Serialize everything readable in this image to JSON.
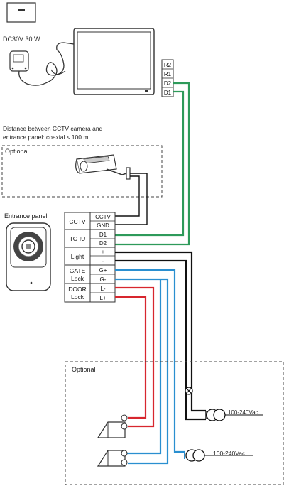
{
  "psu": {
    "label": "DC30V 30 W"
  },
  "monitor_terminals": [
    "R2",
    "R1",
    "D2",
    "D1"
  ],
  "cctv_note": {
    "line1": "Distance between CCTV camera and",
    "line2": "entrance panel: coaxial ≤ 100 m"
  },
  "optional_top": {
    "label": "Optional"
  },
  "entrance_panel": {
    "label": "Entrance panel"
  },
  "terminal_block": {
    "groups": [
      {
        "name": "CCTV",
        "pins": [
          "CCTV",
          "GND"
        ]
      },
      {
        "name": "TO IU",
        "pins": [
          "D1",
          "D2"
        ]
      },
      {
        "name": "Light",
        "pins": [
          "+",
          "-"
        ]
      },
      {
        "name": "GATE Lock",
        "line1": "GATE",
        "line2": "Lock",
        "pins": [
          "G+",
          "G-"
        ]
      },
      {
        "name": "DOOR Lock",
        "line1": "DOOR",
        "line2": "Lock",
        "pins": [
          "L-",
          "L+"
        ]
      }
    ]
  },
  "optional_bottom": {
    "label": "Optional"
  },
  "transformer_1": {
    "label": "100-240Vac"
  },
  "transformer_2": {
    "label": "100-240Vac"
  },
  "colors": {
    "green": "#2e9a5a",
    "red": "#d7262e",
    "blue": "#2a8fd0",
    "black": "#111111"
  }
}
